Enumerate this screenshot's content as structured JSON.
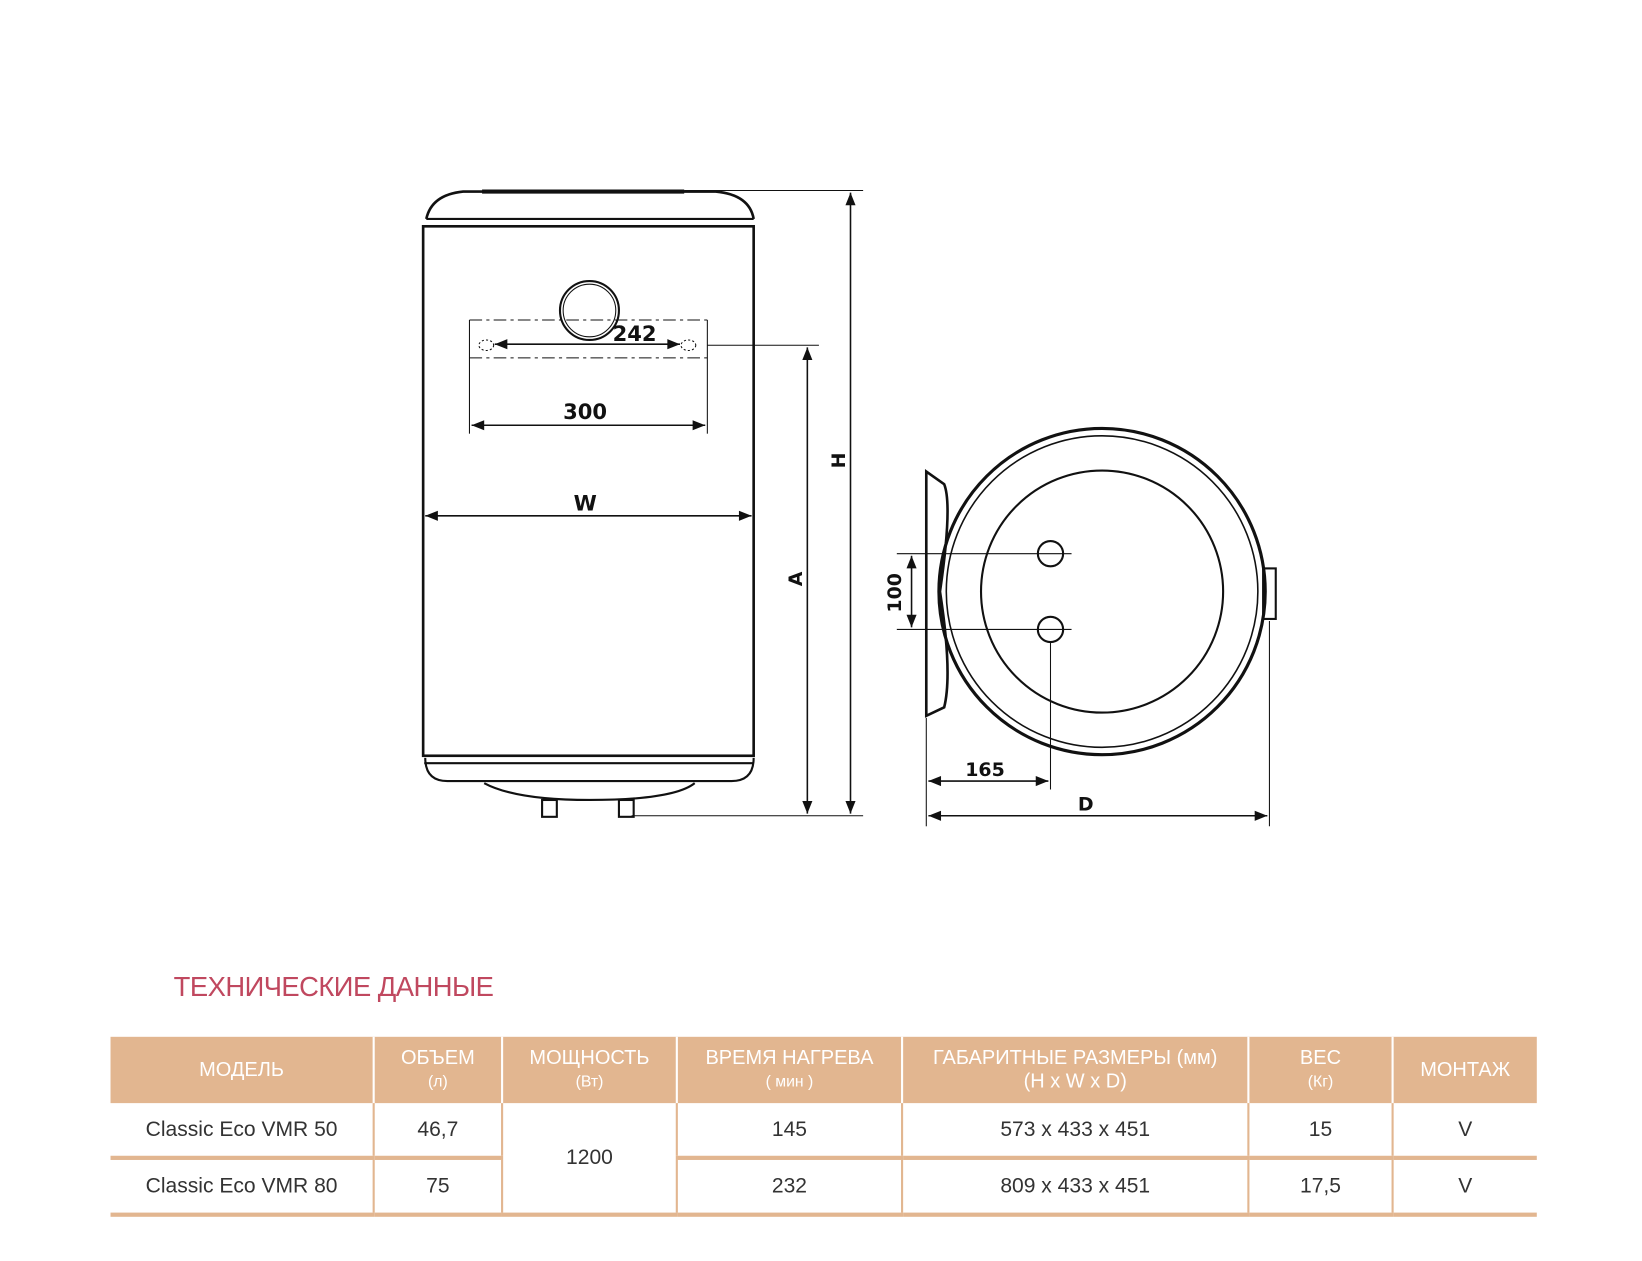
{
  "drawing": {
    "labels": {
      "dim_242": "242",
      "dim_300": "300",
      "width": "W",
      "height": "H",
      "mount_height": "A",
      "dim_100": "100",
      "dim_165": "165",
      "depth": "D"
    }
  },
  "section_title": "ТЕХНИЧЕСКИЕ ДАННЫЕ",
  "table": {
    "headers": [
      {
        "label": "МОДЕЛЬ",
        "unit": ""
      },
      {
        "label": "ОБЪЕМ",
        "unit": "(л)"
      },
      {
        "label": "МОЩНОСТЬ",
        "unit": "(Вт)"
      },
      {
        "label": "ВРЕМЯ НАГРЕВА",
        "unit": "( мин )"
      },
      {
        "label": "ГАБАРИТНЫЕ РАЗМЕРЫ (мм)",
        "unit": "(H x W x D)"
      },
      {
        "label": "ВЕС",
        "unit": "(Кг)"
      },
      {
        "label": "МОНТАЖ",
        "unit": ""
      }
    ],
    "rows": [
      {
        "model": "Classic Eco VMR 50",
        "volume": "46,7",
        "power": "1200",
        "heat_time": "145",
        "dimensions": "573 x 433 x 451",
        "weight": "15",
        "mounting": "V"
      },
      {
        "model": "Classic Eco VMR 80",
        "volume": "75",
        "heat_time": "232",
        "dimensions": "809 x 433 x 451",
        "weight": "17,5",
        "mounting": "V"
      }
    ]
  }
}
